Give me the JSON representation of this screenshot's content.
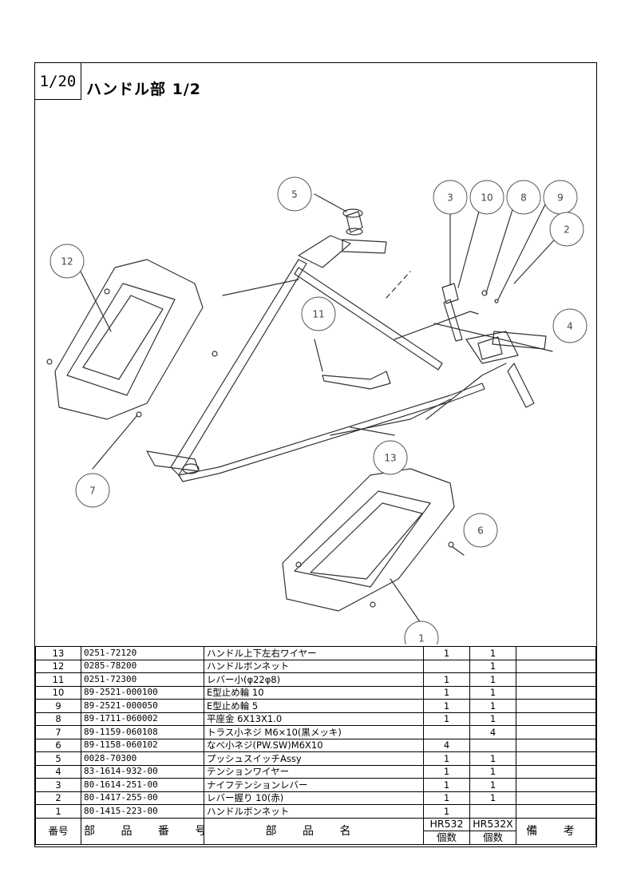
{
  "page": {
    "number": "1/20",
    "title": "ハンドル部 1/2"
  },
  "callouts": [
    "5",
    "3",
    "10",
    "8",
    "9",
    "2",
    "12",
    "11",
    "4",
    "7",
    "13",
    "6",
    "1"
  ],
  "table": {
    "rows": [
      {
        "no": "13",
        "code": "0251-72120",
        "name": "ハンドル上下左右ワイヤー",
        "q1": "1",
        "q2": "1",
        "note": ""
      },
      {
        "no": "12",
        "code": "0285-78200",
        "name": "ハンドルボンネット",
        "q1": "",
        "q2": "1",
        "note": ""
      },
      {
        "no": "11",
        "code": "0251-72300",
        "name": "レバー小(φ22φ8)",
        "q1": "1",
        "q2": "1",
        "note": ""
      },
      {
        "no": "10",
        "code": "89-2521-000100",
        "name": "E型止め輪 10",
        "q1": "1",
        "q2": "1",
        "note": ""
      },
      {
        "no": "9",
        "code": "89-2521-000050",
        "name": "E型止め輪 5",
        "q1": "1",
        "q2": "1",
        "note": ""
      },
      {
        "no": "8",
        "code": "89-1711-060002",
        "name": "平座金 6X13X1.0",
        "q1": "1",
        "q2": "1",
        "note": ""
      },
      {
        "no": "7",
        "code": "89-1159-060108",
        "name": "トラス小ネジ M6×10(黒メッキ)",
        "q1": "",
        "q2": "4",
        "note": ""
      },
      {
        "no": "6",
        "code": "89-1158-060102",
        "name": "なべ小ネジ(PW.SW)M6X10",
        "q1": "4",
        "q2": "",
        "note": ""
      },
      {
        "no": "5",
        "code": "0028-70300",
        "name": "プッシュスイッチAssy",
        "q1": "1",
        "q2": "1",
        "note": ""
      },
      {
        "no": "4",
        "code": "83-1614-932-00",
        "name": "テンションワイヤー",
        "q1": "1",
        "q2": "1",
        "note": ""
      },
      {
        "no": "3",
        "code": "80-1614-251-00",
        "name": "ナイフテンションレバー",
        "q1": "1",
        "q2": "1",
        "note": ""
      },
      {
        "no": "2",
        "code": "80-1417-255-00",
        "name": "レバー握り 10(赤)",
        "q1": "1",
        "q2": "1",
        "note": ""
      },
      {
        "no": "1",
        "code": "80-1415-223-00",
        "name": "ハンドルボンネット",
        "q1": "1",
        "q2": "",
        "note": ""
      }
    ],
    "header": {
      "no": "番号",
      "code": "部 品 番 号",
      "name": "部 品 名",
      "model1": "HR532",
      "model2": "HR532X",
      "qty": "個数",
      "note": "備 考"
    }
  }
}
